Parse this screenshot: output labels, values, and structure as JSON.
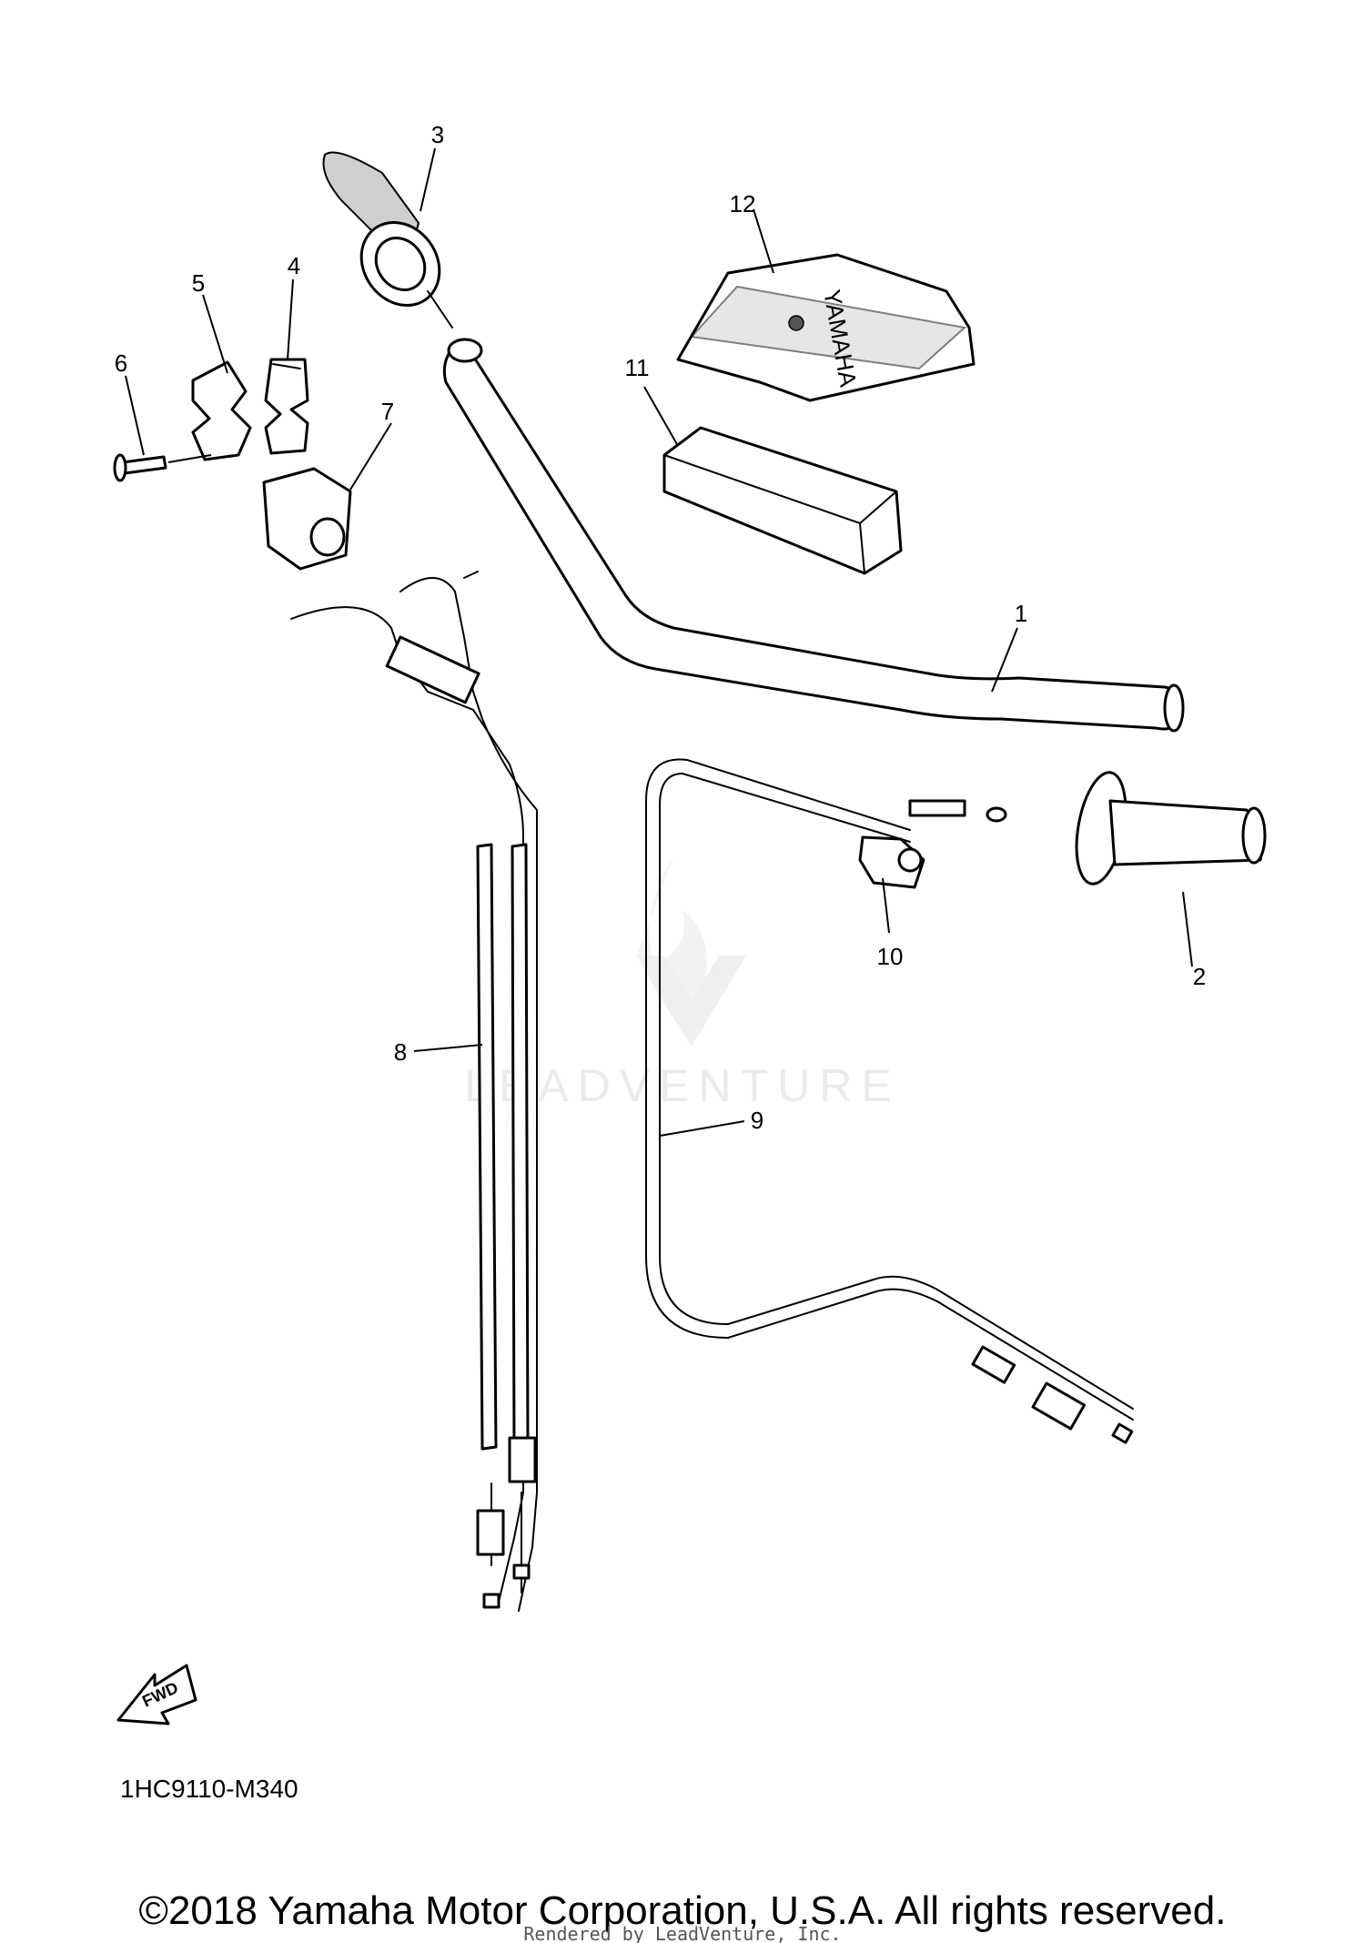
{
  "diagram": {
    "callouts": [
      "1",
      "2",
      "3",
      "4",
      "5",
      "6",
      "7",
      "8",
      "9",
      "10",
      "11",
      "12"
    ],
    "figure_code": "1HC9110-M340",
    "fwd_label": "FWD",
    "brand_text": "YAMAHA",
    "watermark": "LEADVENTURE",
    "copyright": "©2018 Yamaha Motor Corporation, U.S.A. All rights reserved.",
    "rendered_by": "Rendered by LeadVenture, Inc."
  }
}
